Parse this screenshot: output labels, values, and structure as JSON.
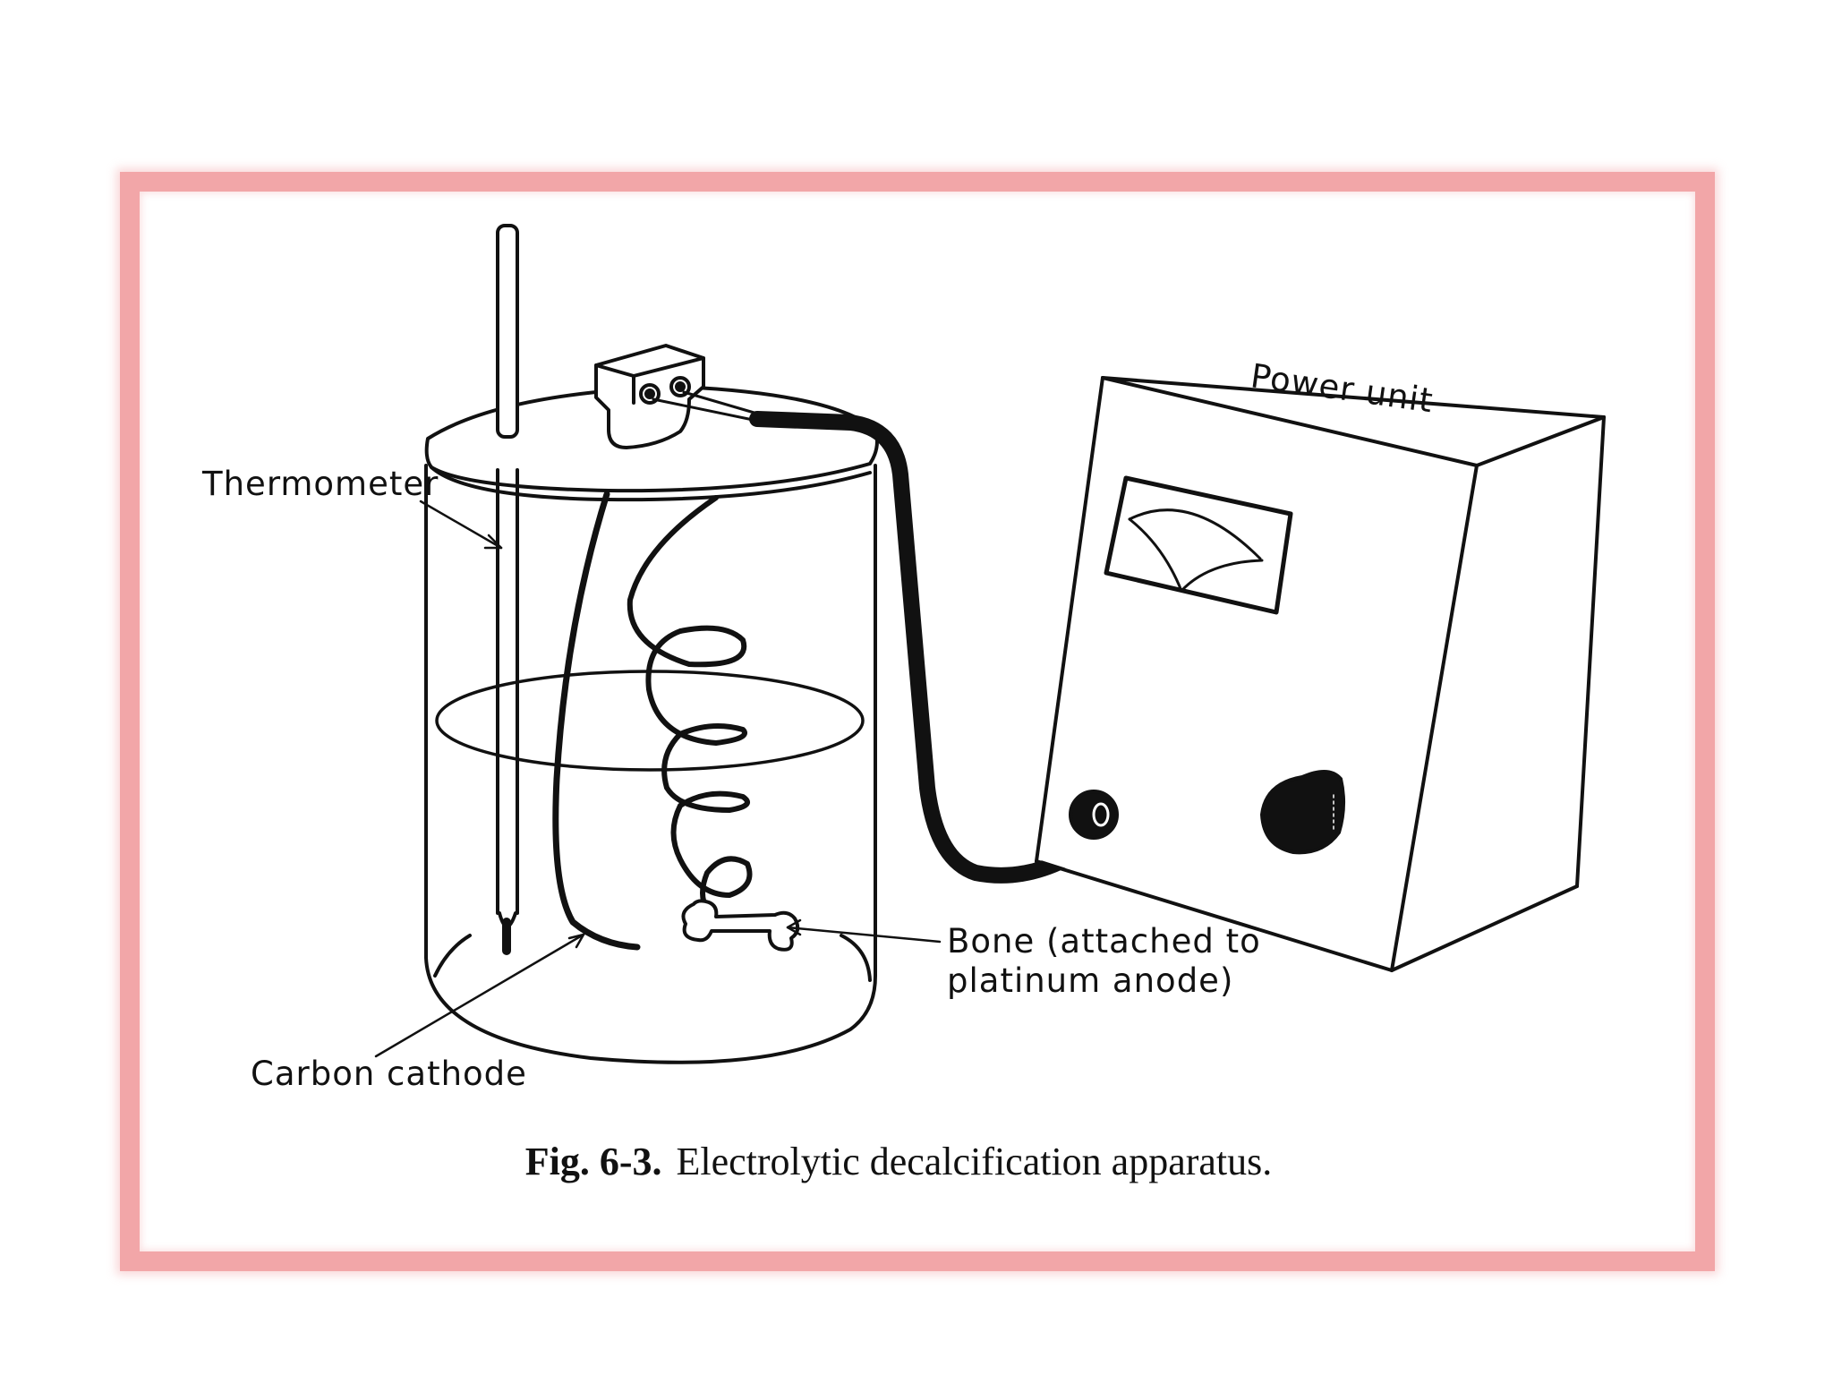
{
  "diagram": {
    "labels": {
      "thermometer": "Thermometer",
      "power_unit": "Power unit",
      "bone_line1": "Bone (attached to",
      "bone_line2": "platinum anode)",
      "carbon_cathode": "Carbon cathode"
    },
    "caption": {
      "figure_number": "Fig. 6-3.",
      "text": "Electrolytic decalcification apparatus."
    },
    "colors": {
      "frame_border": "#f2a6a8",
      "ink": "#111111"
    }
  }
}
